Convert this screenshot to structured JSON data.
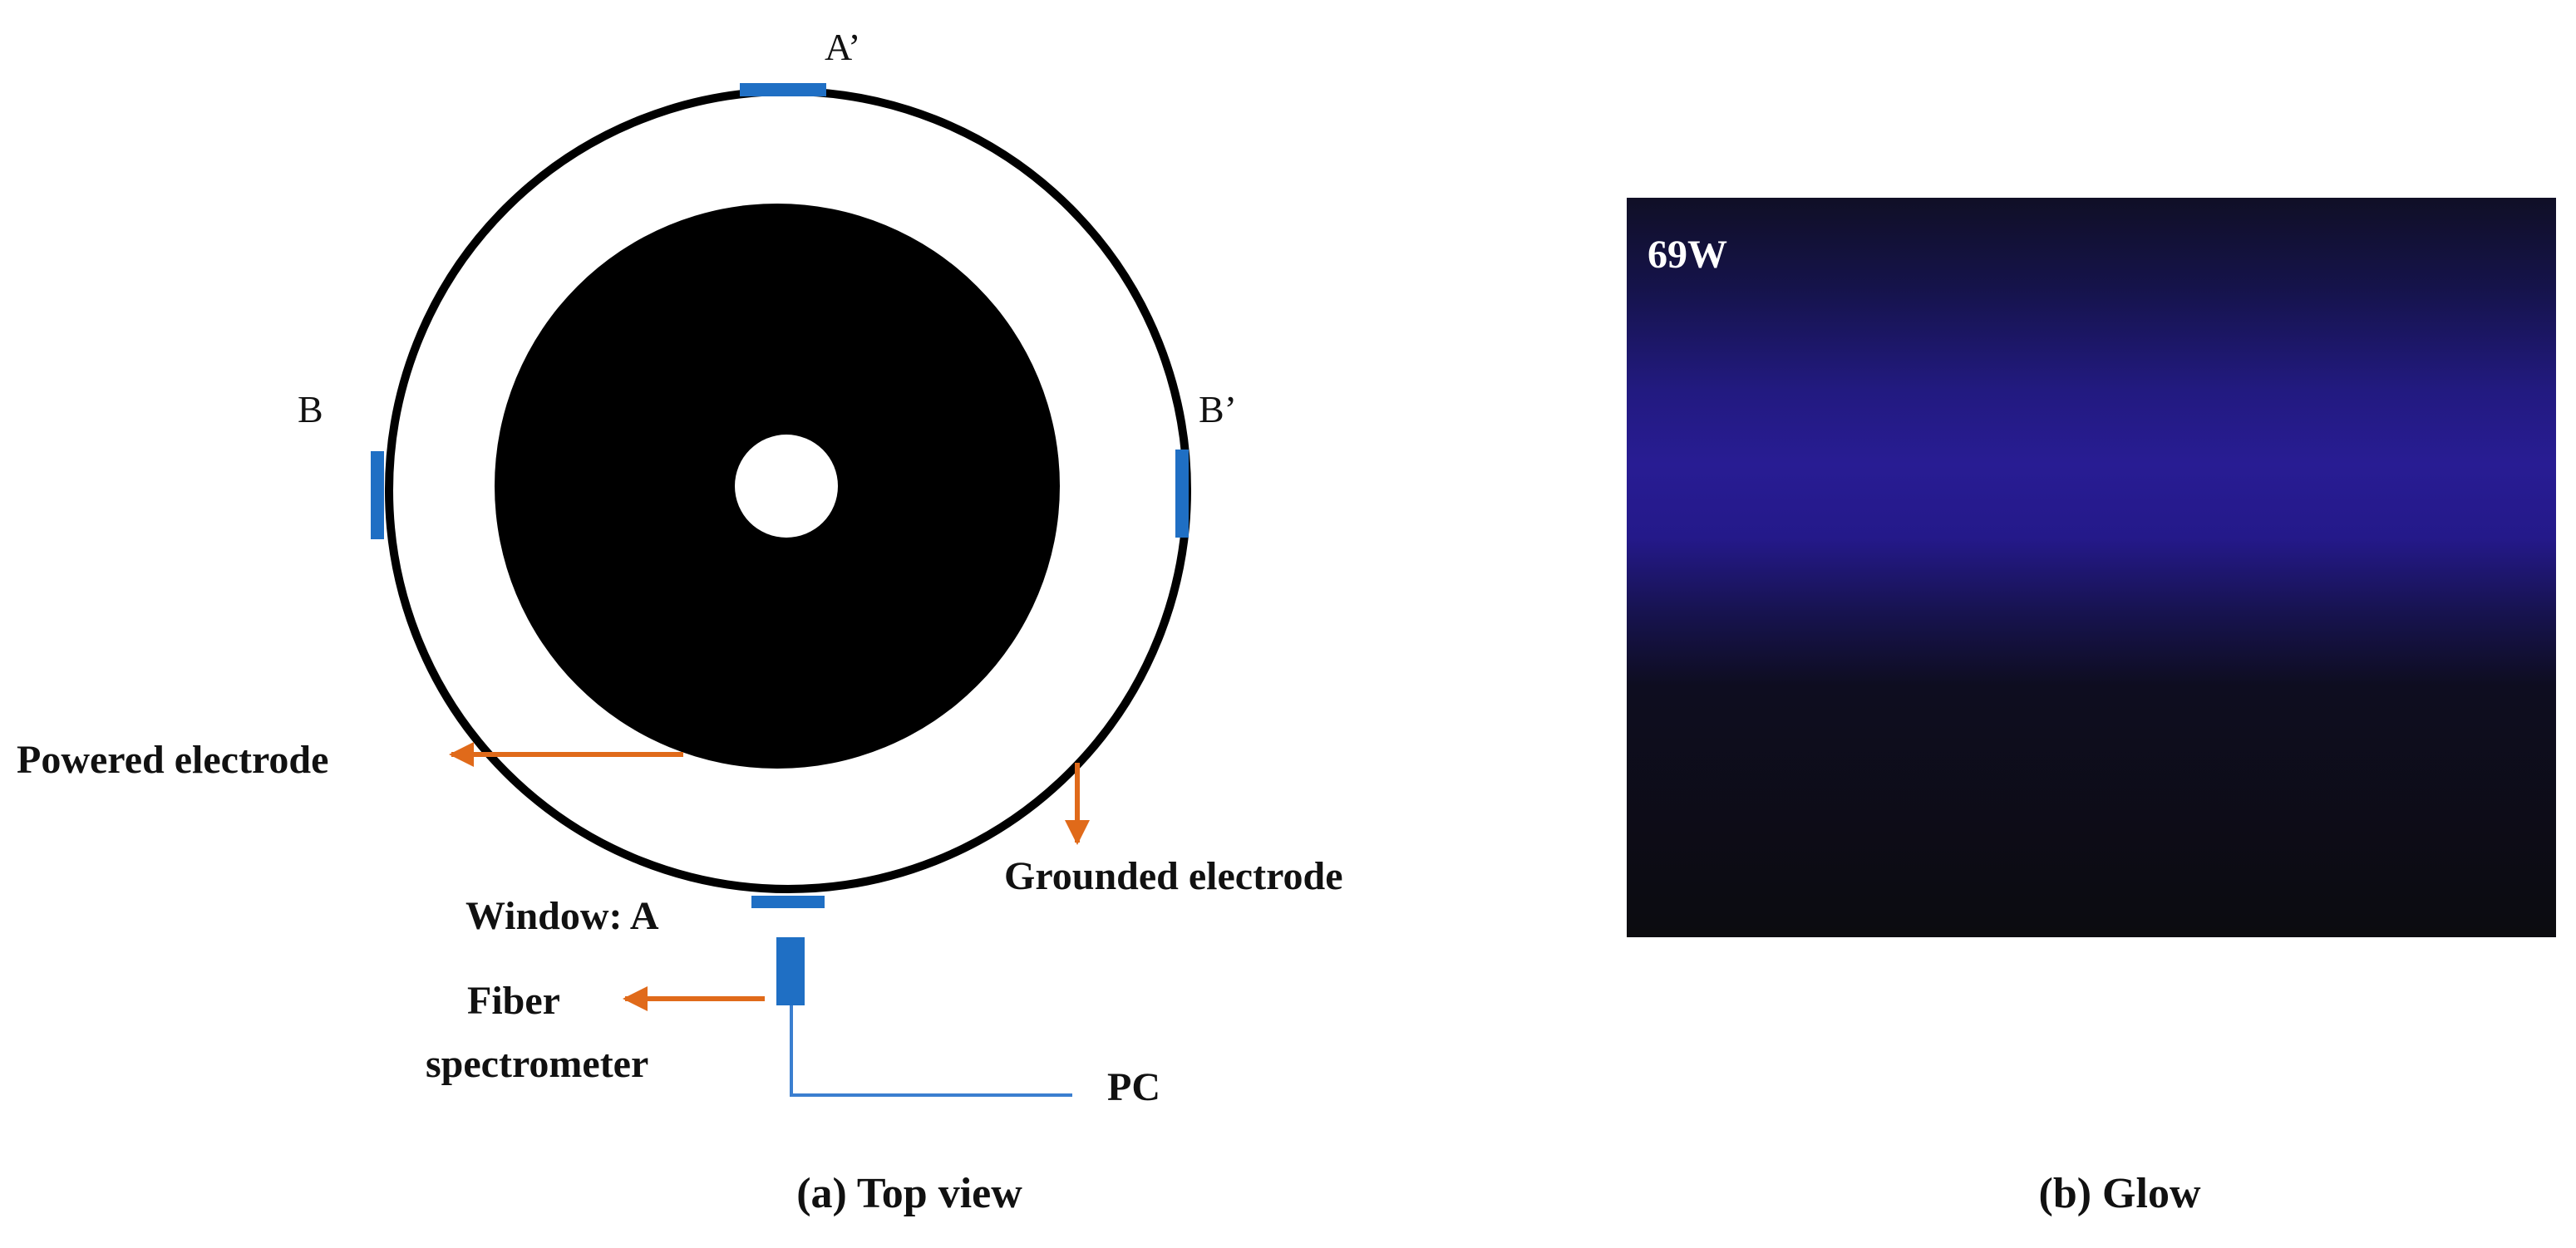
{
  "panel_a": {
    "caption": "(a) Top view",
    "labels": {
      "a_prime": "A’",
      "b": "B",
      "b_prime": "B’",
      "window_a": "Window: A",
      "powered_electrode": "Powered electrode",
      "grounded_electrode": "Grounded electrode",
      "fiber_line1": "Fiber",
      "fiber_line2": "spectrometer",
      "pc": "PC"
    }
  },
  "panel_b": {
    "caption": "(b) Glow",
    "power_label": "69W"
  },
  "colors": {
    "window_blue": "#1f6fc4",
    "arrow_orange": "#e06a1a",
    "cable_blue": "#3b7fd0",
    "electrode_black": "#000000",
    "glow_violet": "#2a1e9a",
    "glow_background": "#0c0c12"
  }
}
